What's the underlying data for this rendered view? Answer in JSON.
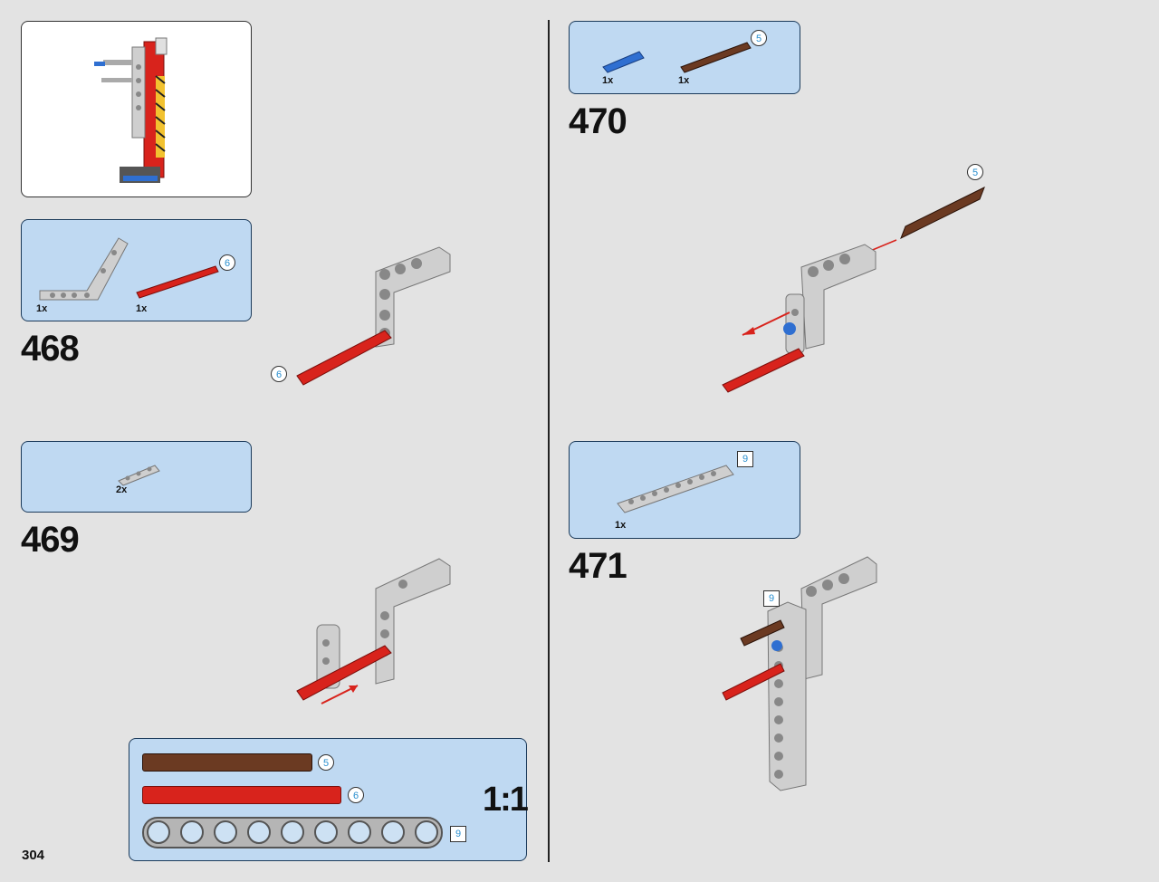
{
  "page": {
    "number": "304"
  },
  "steps": [
    {
      "number": "468",
      "parts": [
        {
          "qty": "1x"
        },
        {
          "qty": "1x",
          "length": "6"
        }
      ],
      "callout": "6"
    },
    {
      "number": "469",
      "parts": [
        {
          "qty": "2x"
        }
      ]
    },
    {
      "number": "470",
      "parts": [
        {
          "qty": "1x"
        },
        {
          "qty": "1x",
          "length": "5"
        }
      ],
      "callout": "5"
    },
    {
      "number": "471",
      "parts": [
        {
          "qty": "1x",
          "length": "9"
        }
      ],
      "callout": "9"
    }
  ],
  "scale_ruler": {
    "label": "1:1",
    "items": [
      {
        "length": "5"
      },
      {
        "length": "6"
      },
      {
        "length": "9"
      }
    ]
  },
  "colors": {
    "page_bg": "#e3e3e3",
    "parts_box": "#bfd9f2",
    "red_axle": "#d8231c",
    "brown_axle": "#6b3a22",
    "blue_pin": "#2f6fd1",
    "grey_beam": "#cfcfcf",
    "length_label": "#2a8fcf"
  }
}
